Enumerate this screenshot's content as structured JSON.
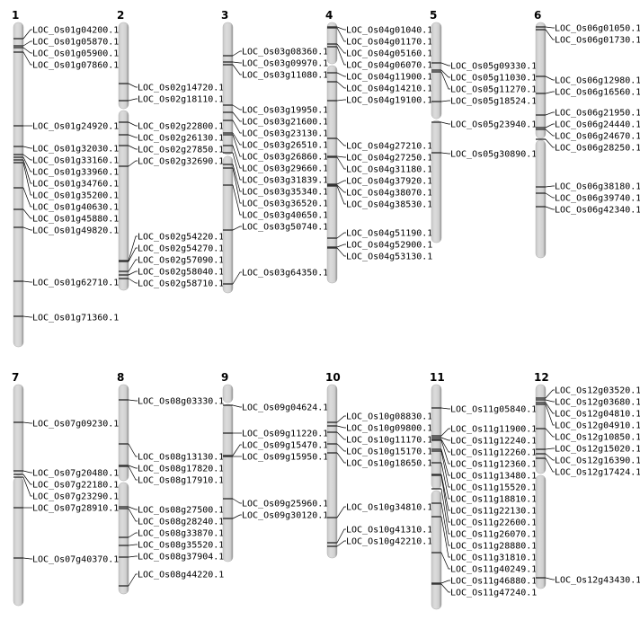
{
  "chromosomes": [
    {
      "name": "1",
      "genes": [
        "LOC_Os01g04200.1",
        "LOC_Os01g05870.1",
        "LOC_Os01g05900.1",
        "LOC_Os01g07860.1",
        "LOC_Os01g24920.1",
        "LOC_Os01g32030.1",
        "LOC_Os01g33160.1",
        "LOC_Os01g33960.1",
        "LOC_Os01g34760.1",
        "LOC_Os01g35200.1",
        "LOC_Os01g40630.1",
        "LOC_Os01g45880.1",
        "LOC_Os01g49820.1",
        "LOC_Os01g62710.1",
        "LOC_Os01g71360.1"
      ]
    },
    {
      "name": "2",
      "genes": [
        "LOC_Os02g14720.1",
        "LOC_Os02g18110.1",
        "LOC_Os02g22800.1",
        "LOC_Os02g26130.1",
        "LOC_Os02g27850.1",
        "LOC_Os02g32690.1",
        "LOC_Os02g54220.1",
        "LOC_Os02g54270.1",
        "LOC_Os02g57090.1",
        "LOC_Os02g58040.1",
        "LOC_Os02g58710.1"
      ]
    },
    {
      "name": "3",
      "genes": [
        "LOC_Os03g08360.1",
        "LOC_Os03g09970.1",
        "LOC_Os03g11080.1",
        "LOC_Os03g19950.1",
        "LOC_Os03g21600.1",
        "LOC_Os03g23130.1",
        "LOC_Os03g26510.1",
        "LOC_Os03g26860.1",
        "LOC_Os03g29660.1",
        "LOC_Os03g31839.1",
        "LOC_Os03g35340.1",
        "LOC_Os03g36520.1",
        "LOC_Os03g40650.1",
        "LOC_Os03g50740.1",
        "LOC_Os03g64350.1"
      ]
    },
    {
      "name": "4",
      "genes": [
        "LOC_Os04g01040.1",
        "LOC_Os04g01170.1",
        "LOC_Os04g05160.1",
        "LOC_Os04g06070.1",
        "LOC_Os04g11900.1",
        "LOC_Os04g14210.1",
        "LOC_Os04g19100.1",
        "LOC_Os04g27210.1",
        "LOC_Os04g27250.1",
        "LOC_Os04g31180.1",
        "LOC_Os04g37920.1",
        "LOC_Os04g38070.1",
        "LOC_Os04g38530.1",
        "LOC_Os04g51190.1",
        "LOC_Os04g52900.1",
        "LOC_Os04g53130.1"
      ]
    },
    {
      "name": "5",
      "genes": [
        "LOC_Os05g09330.1",
        "LOC_Os05g11030.1",
        "LOC_Os05g11270.1",
        "LOC_Os05g18524.1",
        "LOC_Os05g23940.1",
        "LOC_Os05g30890.1"
      ]
    },
    {
      "name": "6",
      "genes": [
        "LOC_Os06g01050.1",
        "LOC_Os06g01730.1",
        "LOC_Os06g12980.1",
        "LOC_Os06g16560.1",
        "LOC_Os06g21950.1",
        "LOC_Os06g24440.1",
        "LOC_Os06g24670.1",
        "LOC_Os06g28250.1",
        "LOC_Os06g38180.1",
        "LOC_Os06g39740.1",
        "LOC_Os06g42340.1"
      ]
    },
    {
      "name": "7",
      "genes": [
        "LOC_Os07g09230.1",
        "LOC_Os07g20480.1",
        "LOC_Os07g22180.1",
        "LOC_Os07g23290.1",
        "LOC_Os07g28910.1",
        "LOC_Os07g40370.1"
      ]
    },
    {
      "name": "8",
      "genes": [
        "LOC_Os08g03330.1",
        "LOC_Os08g13130.1",
        "LOC_Os08g17820.1",
        "LOC_Os08g17910.1",
        "LOC_Os08g27500.1",
        "LOC_Os08g28240.1",
        "LOC_Os08g33870.1",
        "LOC_Os08g35520.1",
        "LOC_Os08g37904.1",
        "LOC_Os08g44220.1"
      ]
    },
    {
      "name": "9",
      "genes": [
        "LOC_Os09g04624.1",
        "LOC_Os09g11220.1",
        "LOC_Os09g15470.1",
        "LOC_Os09g15950.1",
        "LOC_Os09g25960.1",
        "LOC_Os09g30120.1"
      ]
    },
    {
      "name": "10",
      "genes": [
        "LOC_Os10g08830.1",
        "LOC_Os10g09800.1",
        "LOC_Os10g11170.1",
        "LOC_Os10g15170.1",
        "LOC_Os10g18650.1",
        "LOC_Os10g34810.1",
        "LOC_Os10g41310.1",
        "LOC_Os10g42210.1"
      ]
    },
    {
      "name": "11",
      "genes": [
        "LOC_Os11g05840.1",
        "LOC_Os11g11900.1",
        "LOC_Os11g12240.1",
        "LOC_Os11g12260.1",
        "LOC_Os11g12360.1",
        "LOC_Os11g13480.1",
        "LOC_Os11g15520.1",
        "LOC_Os11g18810.1",
        "LOC_Os11g22130.1",
        "LOC_Os11g22600.1",
        "LOC_Os11g26070.1",
        "LOC_Os11g28880.1",
        "LOC_Os11g31810.1",
        "LOC_Os11g40249.1",
        "LOC_Os11g46880.1",
        "LOC_Os11g47240.1"
      ]
    },
    {
      "name": "12",
      "genes": [
        "LOC_Os12g03520.1",
        "LOC_Os12g03680.1",
        "LOC_Os12g04810.1",
        "LOC_Os12g04910.1",
        "LOC_Os12g10850.1",
        "LOC_Os12g15020.1",
        "LOC_Os12g16390.1",
        "LOC_Os12g17424.1",
        "LOC_Os12g43430.1"
      ]
    }
  ],
  "colors": {
    "chromosome": "#d3d3d3",
    "chromosome_edge": "#9a9a9a",
    "marker": "#333333",
    "connector": "#000000"
  }
}
